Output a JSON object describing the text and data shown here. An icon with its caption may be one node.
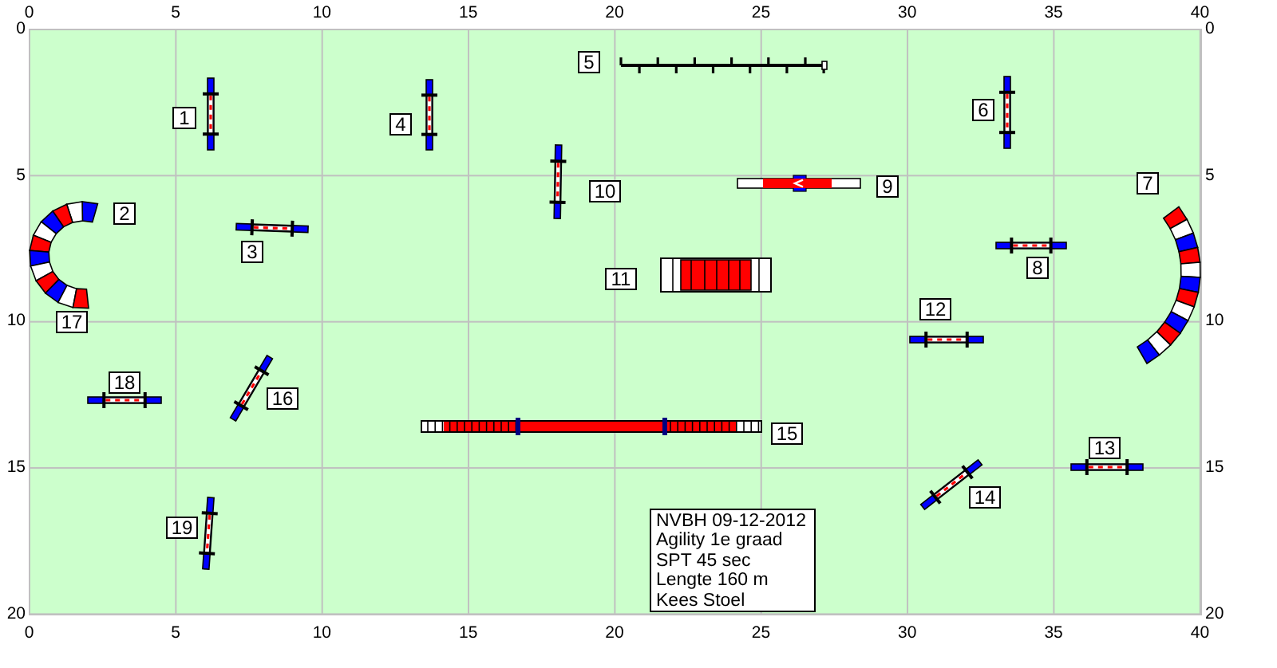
{
  "diagram": {
    "nodes": [
      {
        "text": [
          "1"
        ]
      },
      {
        "text": [
          "2"
        ]
      },
      {
        "text": [
          "3"
        ]
      },
      {
        "text": [
          "4"
        ]
      },
      {
        "text": [
          "5"
        ]
      },
      {
        "text": [
          "6"
        ]
      },
      {
        "text": [
          "7"
        ]
      },
      {
        "text": [
          "8"
        ]
      },
      {
        "text": [
          "9"
        ]
      },
      {
        "text": [
          "10"
        ]
      },
      {
        "text": [
          "11"
        ]
      },
      {
        "text": [
          "12"
        ]
      },
      {
        "text": [
          "13"
        ]
      },
      {
        "text": [
          "14"
        ]
      },
      {
        "text": [
          "15"
        ]
      },
      {
        "text": [
          "16"
        ]
      },
      {
        "text": [
          "17"
        ]
      },
      {
        "text": [
          "18"
        ]
      },
      {
        "text": [
          "19"
        ]
      },
      {
        "text": [
          "NVBH 09-12-2012",
          "Agility 1e graad",
          "SPT 45 sec",
          "Lengte 160 m",
          "Kees Stoel"
        ]
      }
    ],
    "labels": [
      "0",
      "5",
      "10",
      "15",
      "20",
      "25",
      "30",
      "35",
      "40",
      "0",
      "0",
      "5",
      "5",
      "10",
      "10",
      "15",
      "15",
      "20",
      "20",
      "0",
      "5",
      "10",
      "15",
      "20",
      "25",
      "30",
      "35",
      "40"
    ]
  }
}
